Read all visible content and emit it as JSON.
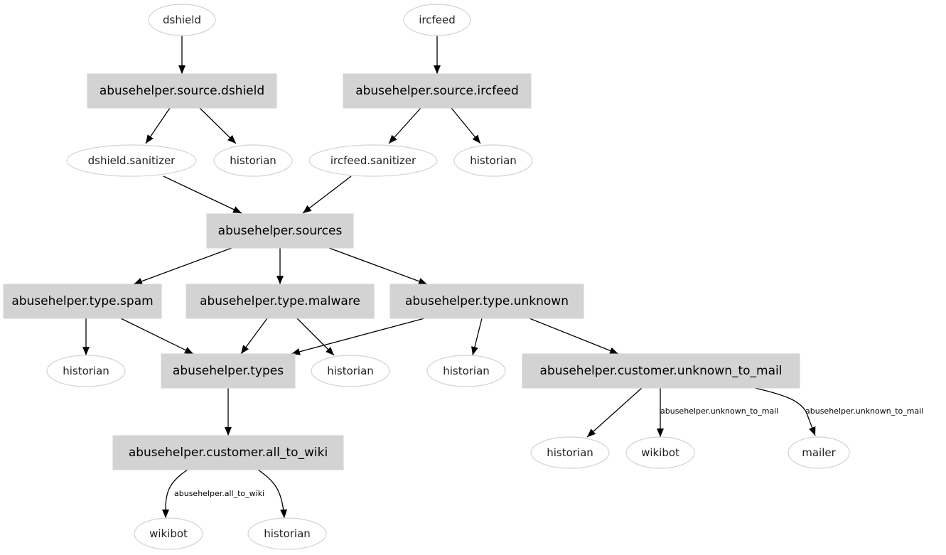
{
  "diagram": {
    "colors": {
      "room_fill": "#d3d3d3",
      "bot_stroke": "#d3d3d3",
      "edge": "#000000",
      "background": "#ffffff"
    },
    "nodes": [
      {
        "id": "n_dshield",
        "kind": "bot",
        "label": "dshield"
      },
      {
        "id": "n_ircfeed",
        "kind": "bot",
        "label": "ircfeed"
      },
      {
        "id": "r_src_dshield",
        "kind": "room",
        "label": "abusehelper.source.dshield"
      },
      {
        "id": "r_src_ircfeed",
        "kind": "room",
        "label": "abusehelper.source.ircfeed"
      },
      {
        "id": "n_dshield_sanitizer",
        "kind": "bot",
        "label": "dshield.sanitizer"
      },
      {
        "id": "n_hist_1",
        "kind": "bot",
        "label": "historian"
      },
      {
        "id": "n_ircfeed_sanitizer",
        "kind": "bot",
        "label": "ircfeed.sanitizer"
      },
      {
        "id": "n_hist_2",
        "kind": "bot",
        "label": "historian"
      },
      {
        "id": "r_sources",
        "kind": "room",
        "label": "abusehelper.sources"
      },
      {
        "id": "r_type_spam",
        "kind": "room",
        "label": "abusehelper.type.spam"
      },
      {
        "id": "r_type_malware",
        "kind": "room",
        "label": "abusehelper.type.malware"
      },
      {
        "id": "r_type_unknown",
        "kind": "room",
        "label": "abusehelper.type.unknown"
      },
      {
        "id": "n_hist_3",
        "kind": "bot",
        "label": "historian"
      },
      {
        "id": "r_types",
        "kind": "room",
        "label": "abusehelper.types"
      },
      {
        "id": "n_hist_4",
        "kind": "bot",
        "label": "historian"
      },
      {
        "id": "n_hist_5",
        "kind": "bot",
        "label": "historian"
      },
      {
        "id": "r_cust_unknown",
        "kind": "room",
        "label": "abusehelper.customer.unknown_to_mail"
      },
      {
        "id": "r_cust_wiki",
        "kind": "room",
        "label": "abusehelper.customer.all_to_wiki"
      },
      {
        "id": "n_hist_6",
        "kind": "bot",
        "label": "historian"
      },
      {
        "id": "n_wikibot_1",
        "kind": "bot",
        "label": "wikibot"
      },
      {
        "id": "n_mailer",
        "kind": "bot",
        "label": "mailer"
      },
      {
        "id": "n_wikibot_2",
        "kind": "bot",
        "label": "wikibot"
      },
      {
        "id": "n_hist_7",
        "kind": "bot",
        "label": "historian"
      }
    ],
    "edges": [
      {
        "from": "n_dshield",
        "to": "r_src_dshield",
        "label": ""
      },
      {
        "from": "n_ircfeed",
        "to": "r_src_ircfeed",
        "label": ""
      },
      {
        "from": "r_src_dshield",
        "to": "n_dshield_sanitizer",
        "label": ""
      },
      {
        "from": "r_src_dshield",
        "to": "n_hist_1",
        "label": ""
      },
      {
        "from": "r_src_ircfeed",
        "to": "n_ircfeed_sanitizer",
        "label": ""
      },
      {
        "from": "r_src_ircfeed",
        "to": "n_hist_2",
        "label": ""
      },
      {
        "from": "n_dshield_sanitizer",
        "to": "r_sources",
        "label": ""
      },
      {
        "from": "n_ircfeed_sanitizer",
        "to": "r_sources",
        "label": ""
      },
      {
        "from": "r_sources",
        "to": "r_type_spam",
        "label": ""
      },
      {
        "from": "r_sources",
        "to": "r_type_malware",
        "label": ""
      },
      {
        "from": "r_sources",
        "to": "r_type_unknown",
        "label": ""
      },
      {
        "from": "r_type_spam",
        "to": "n_hist_3",
        "label": ""
      },
      {
        "from": "r_type_spam",
        "to": "r_types",
        "label": ""
      },
      {
        "from": "r_type_malware",
        "to": "r_types",
        "label": ""
      },
      {
        "from": "r_type_malware",
        "to": "n_hist_4",
        "label": ""
      },
      {
        "from": "r_type_unknown",
        "to": "r_types",
        "label": ""
      },
      {
        "from": "r_type_unknown",
        "to": "n_hist_5",
        "label": ""
      },
      {
        "from": "r_type_unknown",
        "to": "r_cust_unknown",
        "label": ""
      },
      {
        "from": "r_types",
        "to": "r_cust_wiki",
        "label": ""
      },
      {
        "from": "r_cust_unknown",
        "to": "n_hist_6",
        "label": ""
      },
      {
        "from": "r_cust_unknown",
        "to": "n_wikibot_1",
        "label": "abusehelper.unknown_to_mail"
      },
      {
        "from": "r_cust_unknown",
        "to": "n_mailer",
        "label": "abusehelper.unknown_to_mail"
      },
      {
        "from": "r_cust_wiki",
        "to": "n_wikibot_2",
        "label": ""
      },
      {
        "from": "r_cust_wiki",
        "to": "n_hist_7",
        "label": "abusehelper.all_to_wiki"
      }
    ]
  }
}
